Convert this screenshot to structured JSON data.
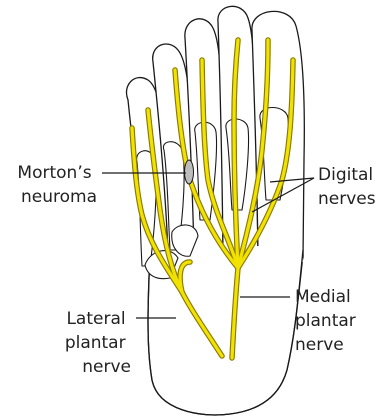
{
  "labels": {
    "neuroma": [
      "Morton’s",
      "neuroma"
    ],
    "digital": [
      "Digital",
      "nerves"
    ],
    "lateral": [
      "Lateral",
      "plantar",
      "nerve"
    ],
    "medial": [
      "Medial",
      "plantar",
      "nerve"
    ]
  },
  "colors": {
    "nerve_fill": "#f2e200",
    "nerve_edge": "#8a7a00",
    "outline": "#1a1a1a",
    "neuroma_fill": "#bdbdbd"
  }
}
